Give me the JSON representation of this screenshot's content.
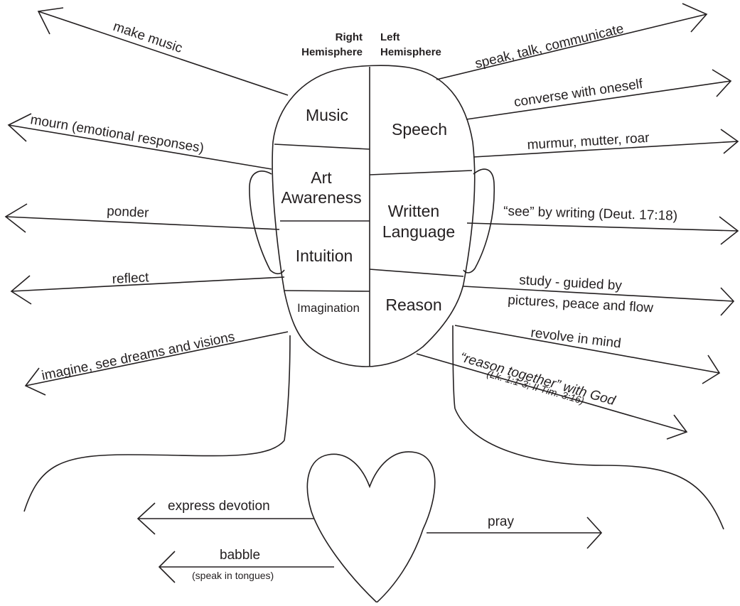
{
  "headings": {
    "right_line1": "Right",
    "right_line2": "Hemisphere",
    "left_line1": "Left",
    "left_line2": "Hemisphere"
  },
  "right_brain": {
    "music": "Music",
    "art_line1": "Art",
    "art_line2": "Awareness",
    "intuition": "Intuition",
    "imagination": "Imagination"
  },
  "left_brain": {
    "speech": "Speech",
    "written_line1": "Written",
    "written_line2": "Language",
    "reason": "Reason"
  },
  "arrows_left": {
    "make_music": "make music",
    "mourn": "mourn (emotional responses)",
    "ponder": "ponder",
    "reflect": "reflect",
    "imagine": "imagine, see dreams and visions"
  },
  "arrows_right": {
    "speak": "speak, talk, communicate",
    "converse": "converse with oneself",
    "murmur": "murmur, mutter, roar",
    "see_writing": "“see” by writing (Deut. 17:18)",
    "study_line1": "study - guided by",
    "study_line2": "pictures, peace and flow",
    "revolve": "revolve in mind",
    "reason_together": "“reason together” with God",
    "reason_ref": "(Lk. 1:1-3; II Tim. 3:16)"
  },
  "heart": {
    "devotion": "express devotion",
    "babble": "babble",
    "babble_sub": "(speak in tongues)",
    "pray": "pray"
  }
}
